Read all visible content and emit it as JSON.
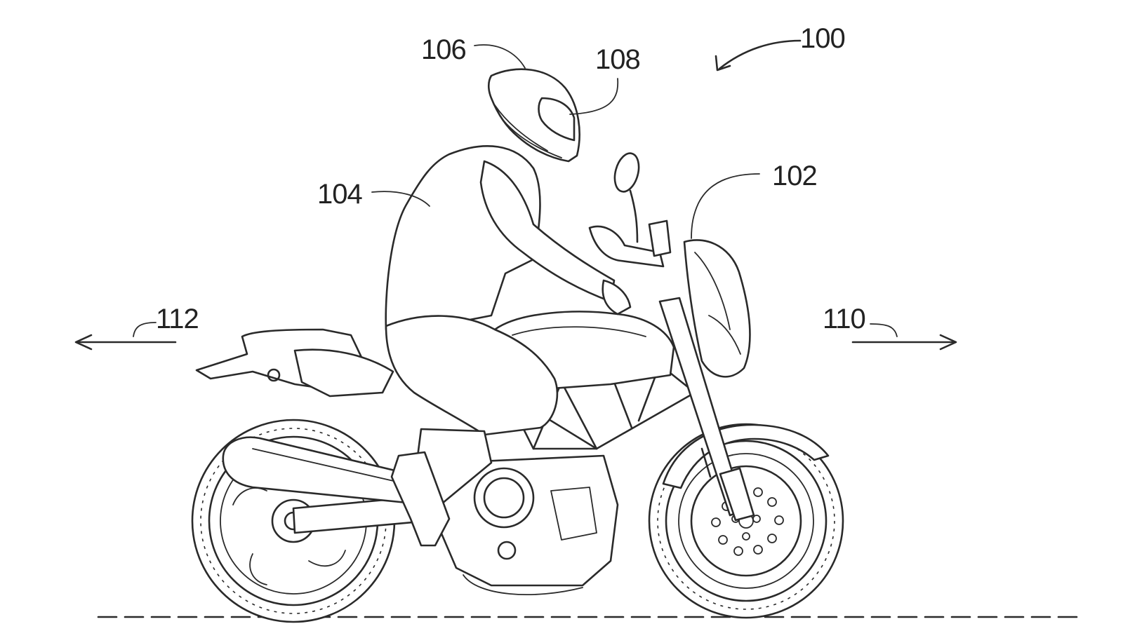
{
  "figure": {
    "labels": {
      "system": "100",
      "motorcycle": "102",
      "rider": "104",
      "helmet": "106",
      "visor": "108",
      "forward": "110",
      "rearward": "112"
    },
    "ink_color": "#2a2a2a",
    "background_color": "#ffffff"
  }
}
